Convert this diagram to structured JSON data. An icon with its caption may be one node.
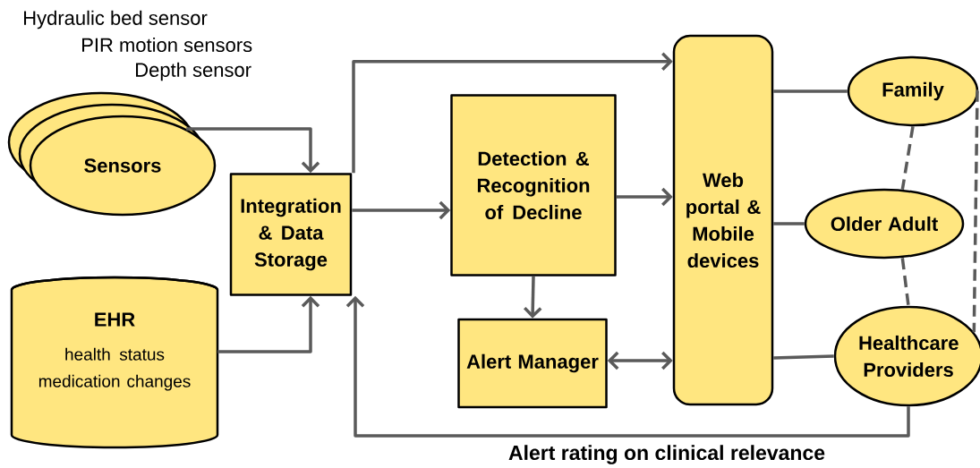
{
  "diagram": {
    "nodes": [
      {
        "text": [
          "Sensors"
        ],
        "beside": [
          "Hydraulic bed sensor",
          "PIR motion sensors",
          "Depth sensor"
        ]
      },
      {
        "text": [
          "EHR",
          "health status medication changes"
        ]
      },
      {
        "text": [
          "Integration & Data Storage"
        ]
      },
      {
        "text": [
          "Detection & Recognition of Decline"
        ]
      },
      {
        "text": [
          "Alert Manager"
        ]
      },
      {
        "text": [
          "Web portal & Mobile devices"
        ]
      },
      {
        "text": [
          "Family"
        ]
      },
      {
        "text": [
          "Older Adult"
        ]
      },
      {
        "text": [
          "Healthcare Providers"
        ]
      }
    ],
    "edges": [
      {
        "from": 0,
        "to": 2,
        "arrow": "to"
      },
      {
        "from": 1,
        "to": 2,
        "arrow": "to"
      },
      {
        "from": 2,
        "to": 5,
        "arrow": "to"
      },
      {
        "from": 2,
        "to": 3,
        "arrow": "to"
      },
      {
        "from": 3,
        "to": 5,
        "arrow": "to"
      },
      {
        "from": 3,
        "to": 4,
        "arrow": "to"
      },
      {
        "from": 4,
        "to": 5,
        "arrow": "both"
      },
      {
        "from": 5,
        "to": 6,
        "arrow": "none"
      },
      {
        "from": 5,
        "to": 7,
        "arrow": "none"
      },
      {
        "from": 5,
        "to": 8,
        "arrow": "none"
      },
      {
        "from": 6,
        "to": 7,
        "arrow": "none",
        "style": "dashed"
      },
      {
        "from": 7,
        "to": 8,
        "arrow": "none",
        "style": "dashed"
      },
      {
        "from": 6,
        "to": 8,
        "arrow": "none",
        "style": "dashed"
      },
      {
        "from": 8,
        "to": 2,
        "arrow": "to",
        "label": "Alert rating on clinical relevance"
      }
    ]
  }
}
